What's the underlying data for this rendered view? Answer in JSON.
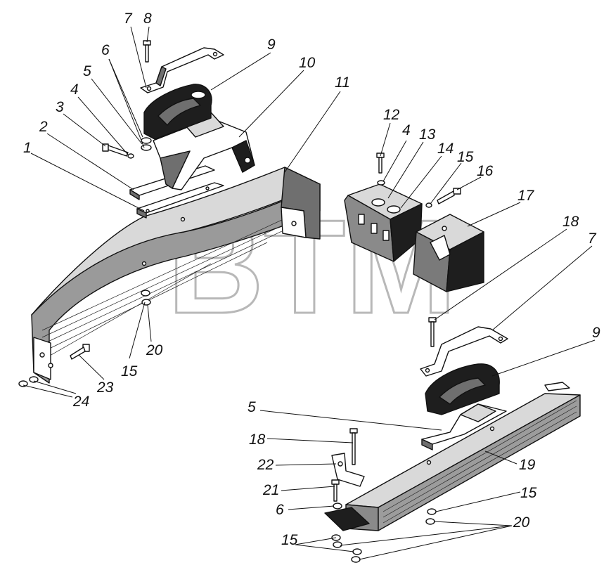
{
  "watermark": {
    "text": "BTM",
    "registered": "®"
  },
  "callouts": [
    {
      "id": "c1",
      "label": "1"
    },
    {
      "id": "c2",
      "label": "2"
    },
    {
      "id": "c3",
      "label": "3"
    },
    {
      "id": "c4a",
      "label": "4"
    },
    {
      "id": "c5a",
      "label": "5"
    },
    {
      "id": "c6a",
      "label": "6"
    },
    {
      "id": "c7a",
      "label": "7"
    },
    {
      "id": "c8",
      "label": "8"
    },
    {
      "id": "c9a",
      "label": "9"
    },
    {
      "id": "c10",
      "label": "10"
    },
    {
      "id": "c11",
      "label": "11"
    },
    {
      "id": "c12",
      "label": "12"
    },
    {
      "id": "c4b",
      "label": "4"
    },
    {
      "id": "c13",
      "label": "13"
    },
    {
      "id": "c14",
      "label": "14"
    },
    {
      "id": "c15a",
      "label": "15"
    },
    {
      "id": "c16",
      "label": "16"
    },
    {
      "id": "c17",
      "label": "17"
    },
    {
      "id": "c18a",
      "label": "18"
    },
    {
      "id": "c7b",
      "label": "7"
    },
    {
      "id": "c9b",
      "label": "9"
    },
    {
      "id": "c15b",
      "label": "15"
    },
    {
      "id": "c20a",
      "label": "20"
    },
    {
      "id": "c23",
      "label": "23"
    },
    {
      "id": "c24",
      "label": "24"
    },
    {
      "id": "c5b",
      "label": "5"
    },
    {
      "id": "c18b",
      "label": "18"
    },
    {
      "id": "c22",
      "label": "22"
    },
    {
      "id": "c19",
      "label": "19"
    },
    {
      "id": "c21",
      "label": "21"
    },
    {
      "id": "c6b",
      "label": "6"
    },
    {
      "id": "c15c",
      "label": "15"
    },
    {
      "id": "c20b",
      "label": "20"
    },
    {
      "id": "c15d",
      "label": "15"
    }
  ]
}
